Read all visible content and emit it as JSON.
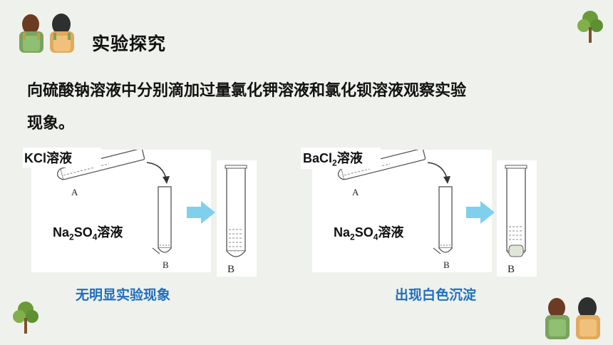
{
  "slide": {
    "heading": "实验探究",
    "instruction_line1": "向硫酸钠溶液中分别滴加过量氯化钾溶液和氯化钡溶液观察实验",
    "instruction_line2": "现象。"
  },
  "experiment_left": {
    "reagent_main": "KCl溶液",
    "target_prefix": "Na",
    "target_sub1": "2",
    "target_mid": "SO",
    "target_sub2": "4",
    "target_suffix": "溶液",
    "tube_a": "A",
    "tube_b_small": "B",
    "tube_b_large": "B",
    "caption": "无明显实验现象"
  },
  "experiment_right": {
    "reagent_prefix": "BaCl",
    "reagent_sub": "2",
    "reagent_suffix": "溶液",
    "target_prefix": "Na",
    "target_sub1": "2",
    "target_mid": "SO",
    "target_sub2": "4",
    "target_suffix": "溶液",
    "tube_a": "A",
    "tube_b_small": "B",
    "tube_b_large": "B",
    "caption": "出现白色沉淀"
  },
  "colors": {
    "background": "#eff1ec",
    "caption_blue": "#1f6fc0",
    "arrow_blue": "#7fd0ec",
    "tree_green": "#6a9b3a"
  }
}
